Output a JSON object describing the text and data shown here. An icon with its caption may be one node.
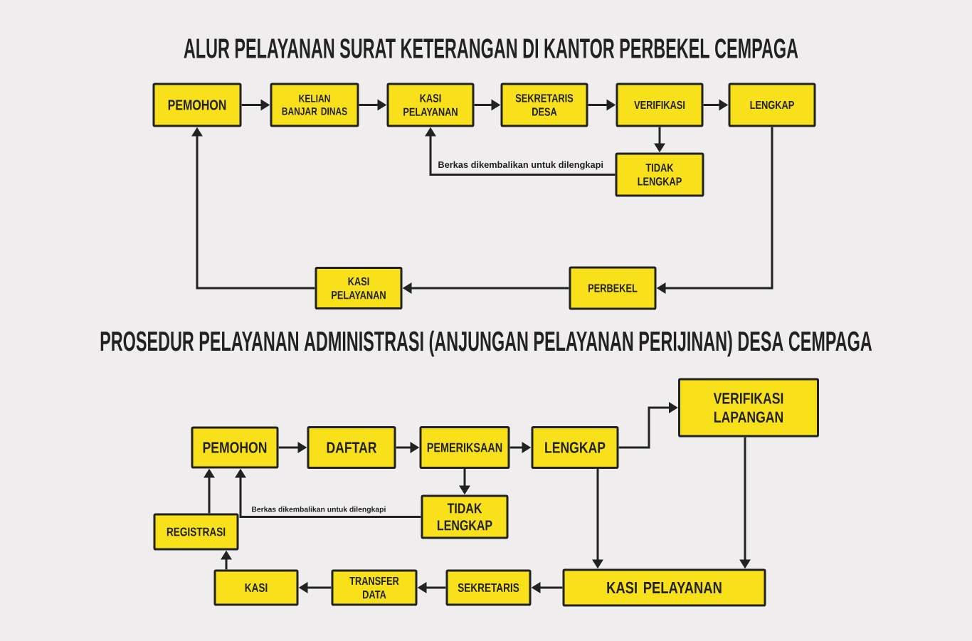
{
  "diagram": {
    "title": "ALUR PELAYANAN SURAT KETERANGAN DI KANTOR PERBEKEL CEMPAGA",
    "nodes": [
      {
        "text": [
          "PEMOHON"
        ]
      },
      {
        "text": [
          "KELIAN BANJAR DINAS"
        ]
      },
      {
        "text": [
          "KASI PELAYANAN"
        ]
      },
      {
        "text": [
          "SEKRETARIS DESA"
        ]
      },
      {
        "text": [
          "VERIFIKASI"
        ]
      },
      {
        "text": [
          "LENGKAP"
        ]
      },
      {
        "text": [
          "TIDAK LENGKAP"
        ]
      },
      {
        "text": [
          "KASI PELAYANAN"
        ]
      },
      {
        "text": [
          "PERBEKEL"
        ]
      },
      {
        "text": [
          "PEMOHON"
        ]
      },
      {
        "text": [
          "DAFTAR"
        ]
      },
      {
        "text": [
          "PEMERIKSAAN"
        ]
      },
      {
        "text": [
          "LENGKAP"
        ]
      },
      {
        "text": [
          "VERIFIKASI LAPANGAN"
        ]
      },
      {
        "text": [
          "TIDAK LENGKAP"
        ]
      },
      {
        "text": [
          "REGISTRASI"
        ]
      },
      {
        "text": [
          "KASI"
        ]
      },
      {
        "text": [
          "TRANSFER DATA"
        ]
      },
      {
        "text": [
          "SEKRETARIS"
        ]
      },
      {
        "text": [
          "KASI PELAYANAN"
        ]
      }
    ],
    "edges": [
      {
        "from": 0,
        "to": 1,
        "arrow": "to"
      },
      {
        "from": 1,
        "to": 2,
        "arrow": "to"
      },
      {
        "from": 2,
        "to": 3,
        "arrow": "to"
      },
      {
        "from": 3,
        "to": 4,
        "arrow": "to"
      },
      {
        "from": 4,
        "to": 5,
        "arrow": "to"
      },
      {
        "from": 4,
        "to": 6,
        "arrow": "to"
      },
      {
        "from": 6,
        "to": 2,
        "arrow": "to",
        "label": "Berkas dikembalikan untuk dilengkapi"
      },
      {
        "from": 5,
        "to": 8,
        "arrow": "to"
      },
      {
        "from": 8,
        "to": 7,
        "arrow": "to"
      },
      {
        "from": 7,
        "to": 0,
        "arrow": "to"
      },
      {
        "from": 9,
        "to": 10,
        "arrow": "to"
      },
      {
        "from": 10,
        "to": 11,
        "arrow": "to"
      },
      {
        "from": 11,
        "to": 12,
        "arrow": "to"
      },
      {
        "from": 12,
        "to": 13,
        "arrow": "to"
      },
      {
        "from": 11,
        "to": 14,
        "arrow": "to"
      },
      {
        "from": 14,
        "to": 9,
        "arrow": "to",
        "label": "Berkas dikembalikan untuk dilengkapi"
      },
      {
        "from": 15,
        "to": 9,
        "arrow": "to"
      },
      {
        "from": 12,
        "to": 19,
        "arrow": "to"
      },
      {
        "from": 13,
        "to": 19,
        "arrow": "to"
      },
      {
        "from": 19,
        "to": 18,
        "arrow": "to"
      },
      {
        "from": 18,
        "to": 17,
        "arrow": "to"
      },
      {
        "from": 17,
        "to": 16,
        "arrow": "to"
      },
      {
        "from": 16,
        "to": 15,
        "arrow": "to"
      }
    ],
    "labels": [
      "PROSEDUR PELAYANAN ADMINISTRASI (ANJUNGAN PELAYANAN PERIJINAN) DESA CEMPAGA"
    ]
  }
}
